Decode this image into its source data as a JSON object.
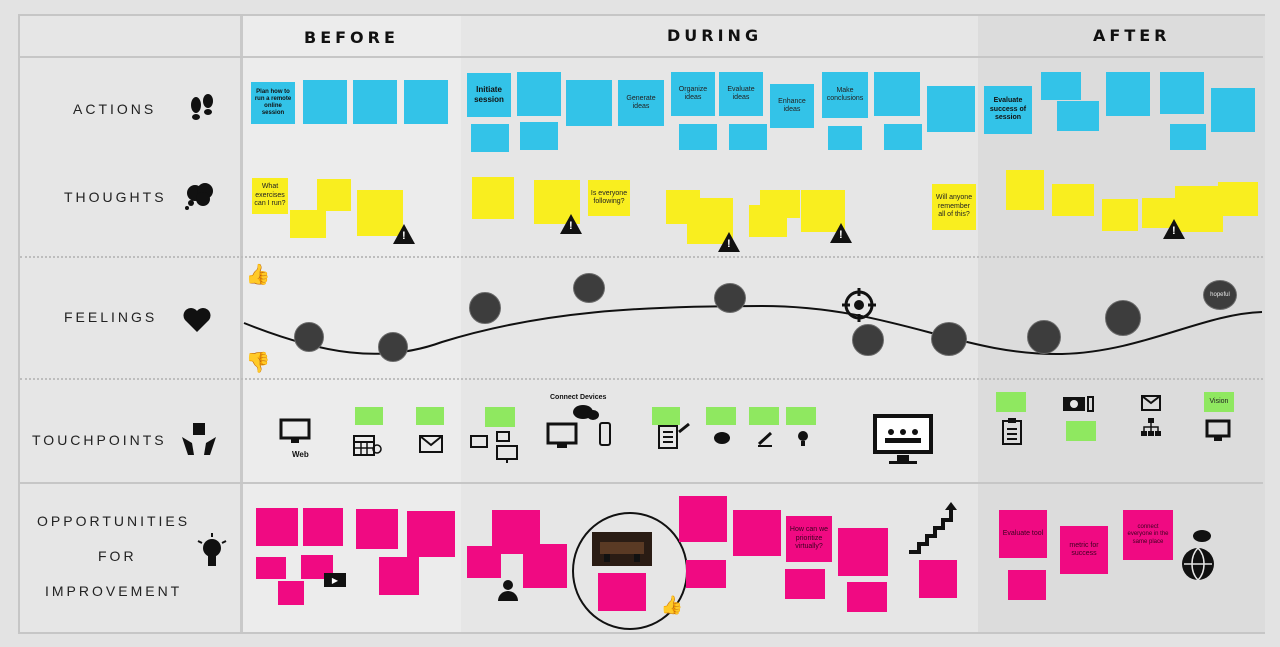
{
  "phases": {
    "before": "BEFORE",
    "during": "DURING",
    "after": "AFTER"
  },
  "rows": {
    "actions": "ACTIONS",
    "thoughts": "THOUGHTS",
    "feelings": "FEELINGS",
    "touchpoints": "TOUCHPOINTS",
    "opportunities": [
      "OPPORTUNITIES",
      "FOR",
      "IMPROVEMENT"
    ]
  },
  "actions": {
    "before": [
      "Plan how to run a remote online session",
      "",
      "",
      ""
    ],
    "during": [
      "Initiate session",
      "",
      "",
      "Generate ideas",
      "Organize ideas",
      "Evaluate ideas",
      "Enhance ideas",
      "Make conclusions",
      "",
      ""
    ],
    "after": [
      "Evaluate success of session"
    ]
  },
  "thoughts": {
    "before": [
      "What exercises can I run?",
      "",
      ""
    ],
    "during": [
      "",
      "",
      "Is everyone following?",
      ""
    ],
    "after": [
      "Will anyone remember all of this?"
    ]
  },
  "feelings": [
    "",
    "",
    "",
    "",
    "",
    "",
    "",
    "",
    "",
    "",
    "hopeful"
  ],
  "touchpoints": {
    "web": "Web",
    "connect_devices": "Connect Devices",
    "after_green": "Vision"
  },
  "opportunities": {
    "during": [
      "How can we prioritize virtually?"
    ],
    "after": [
      "Evaluate tool",
      "metric for success",
      "connect everyone in the same place"
    ]
  },
  "colors": {
    "action": "#33c3e8",
    "thought": "#f9ee1f",
    "touchpoint": "#8fe860",
    "opportunity": "#f00a82"
  }
}
